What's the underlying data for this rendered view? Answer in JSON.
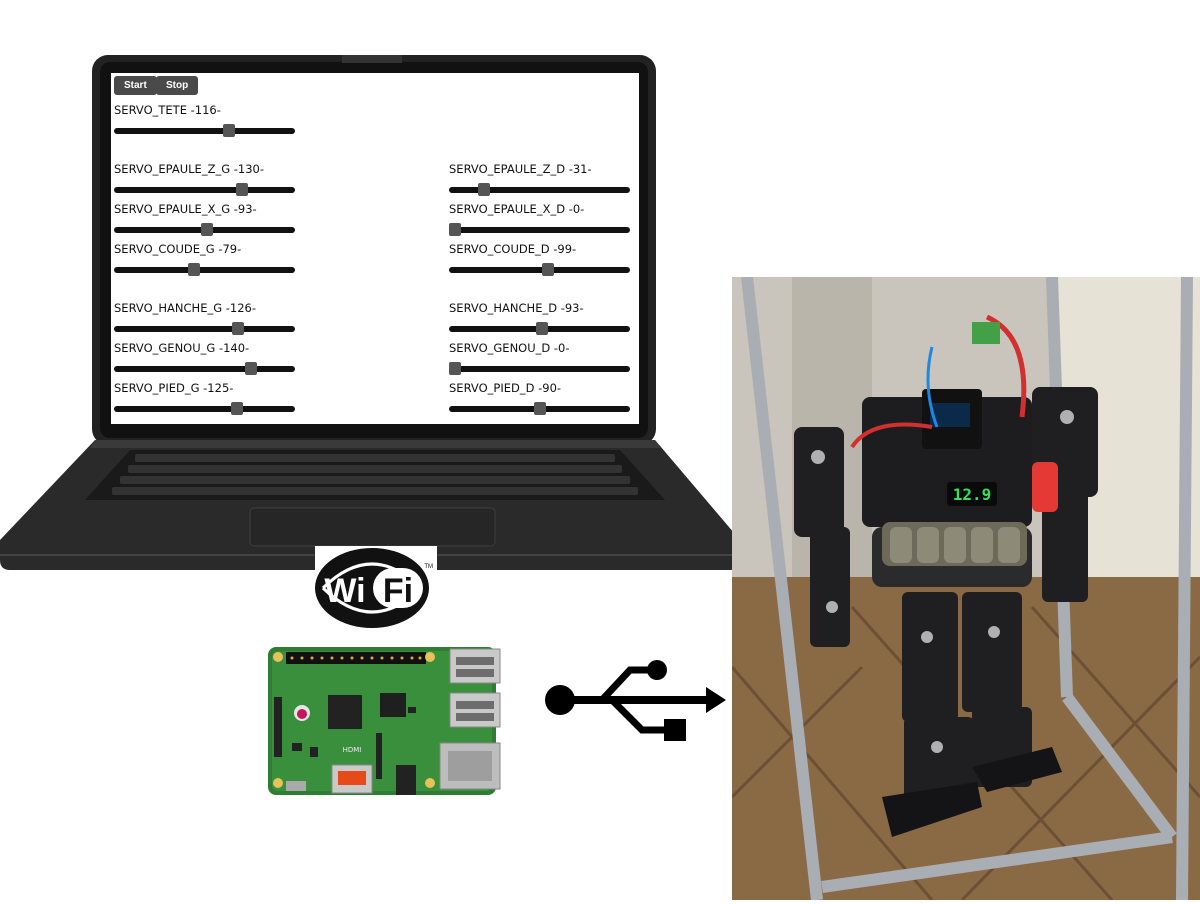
{
  "controls": {
    "start_label": "Start",
    "stop_label": "Stop"
  },
  "servos": {
    "tete": {
      "label": "SERVO_TETE -116-",
      "value": 116,
      "max": 180
    },
    "epaule_z_g": {
      "label": "SERVO_EPAULE_Z_G -130-",
      "value": 130,
      "max": 180
    },
    "epaule_x_g": {
      "label": "SERVO_EPAULE_X_G -93-",
      "value": 93,
      "max": 180
    },
    "coude_g": {
      "label": "SERVO_COUDE_G -79-",
      "value": 79,
      "max": 180
    },
    "hanche_g": {
      "label": "SERVO_HANCHE_G -126-",
      "value": 126,
      "max": 180
    },
    "genou_g": {
      "label": "SERVO_GENOU_G -140-",
      "value": 140,
      "max": 180
    },
    "pied_g": {
      "label": "SERVO_PIED_G -125-",
      "value": 125,
      "max": 180
    },
    "epaule_z_d": {
      "label": "SERVO_EPAULE_Z_D -31-",
      "value": 31,
      "max": 180
    },
    "epaule_x_d": {
      "label": "SERVO_EPAULE_X_D -0-",
      "value": 0,
      "max": 180
    },
    "coude_d": {
      "label": "SERVO_COUDE_D -99-",
      "value": 99,
      "max": 180
    },
    "hanche_d": {
      "label": "SERVO_HANCHE_D -93-",
      "value": 93,
      "max": 180
    },
    "genou_d": {
      "label": "SERVO_GENOU_D -0-",
      "value": 0,
      "max": 180
    },
    "pied_d": {
      "label": "SERVO_PIED_D -90-",
      "value": 90,
      "max": 180
    }
  },
  "wifi_logo": {
    "text_wi": "Wi",
    "text_fi": "Fi",
    "tm": "TM"
  },
  "rpi_board": {
    "hdmi": "HDMI"
  },
  "robot": {
    "voltage_display": "12.9"
  },
  "icons": [
    "wifi-logo-icon",
    "raspberry-pi-board",
    "usb-symbol-icon",
    "humanoid-robot-photo"
  ]
}
